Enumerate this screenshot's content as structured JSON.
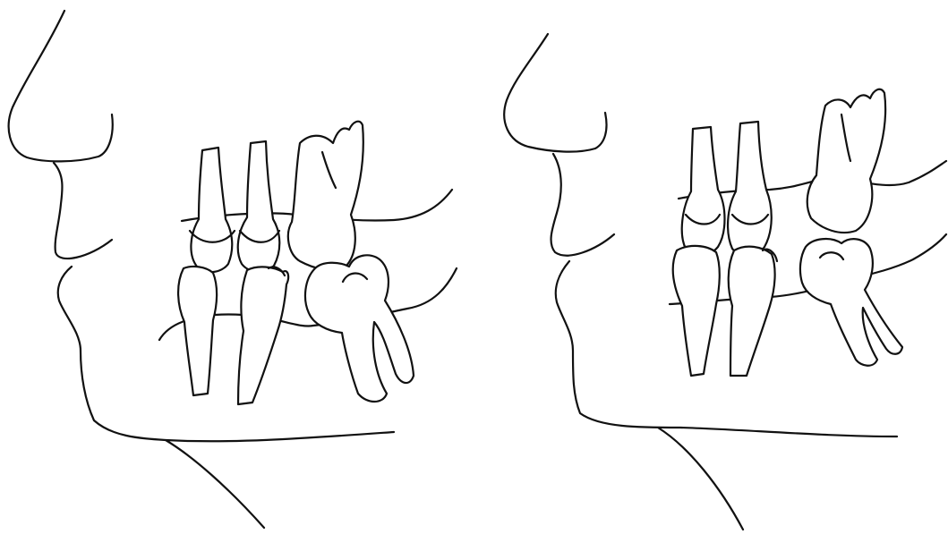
{
  "figure": {
    "panels": [
      {
        "id": "left",
        "description_key": "profile-1"
      },
      {
        "id": "right",
        "description_key": "profile-2"
      }
    ],
    "colors": {
      "line": "#111111",
      "background": "#ffffff"
    }
  }
}
